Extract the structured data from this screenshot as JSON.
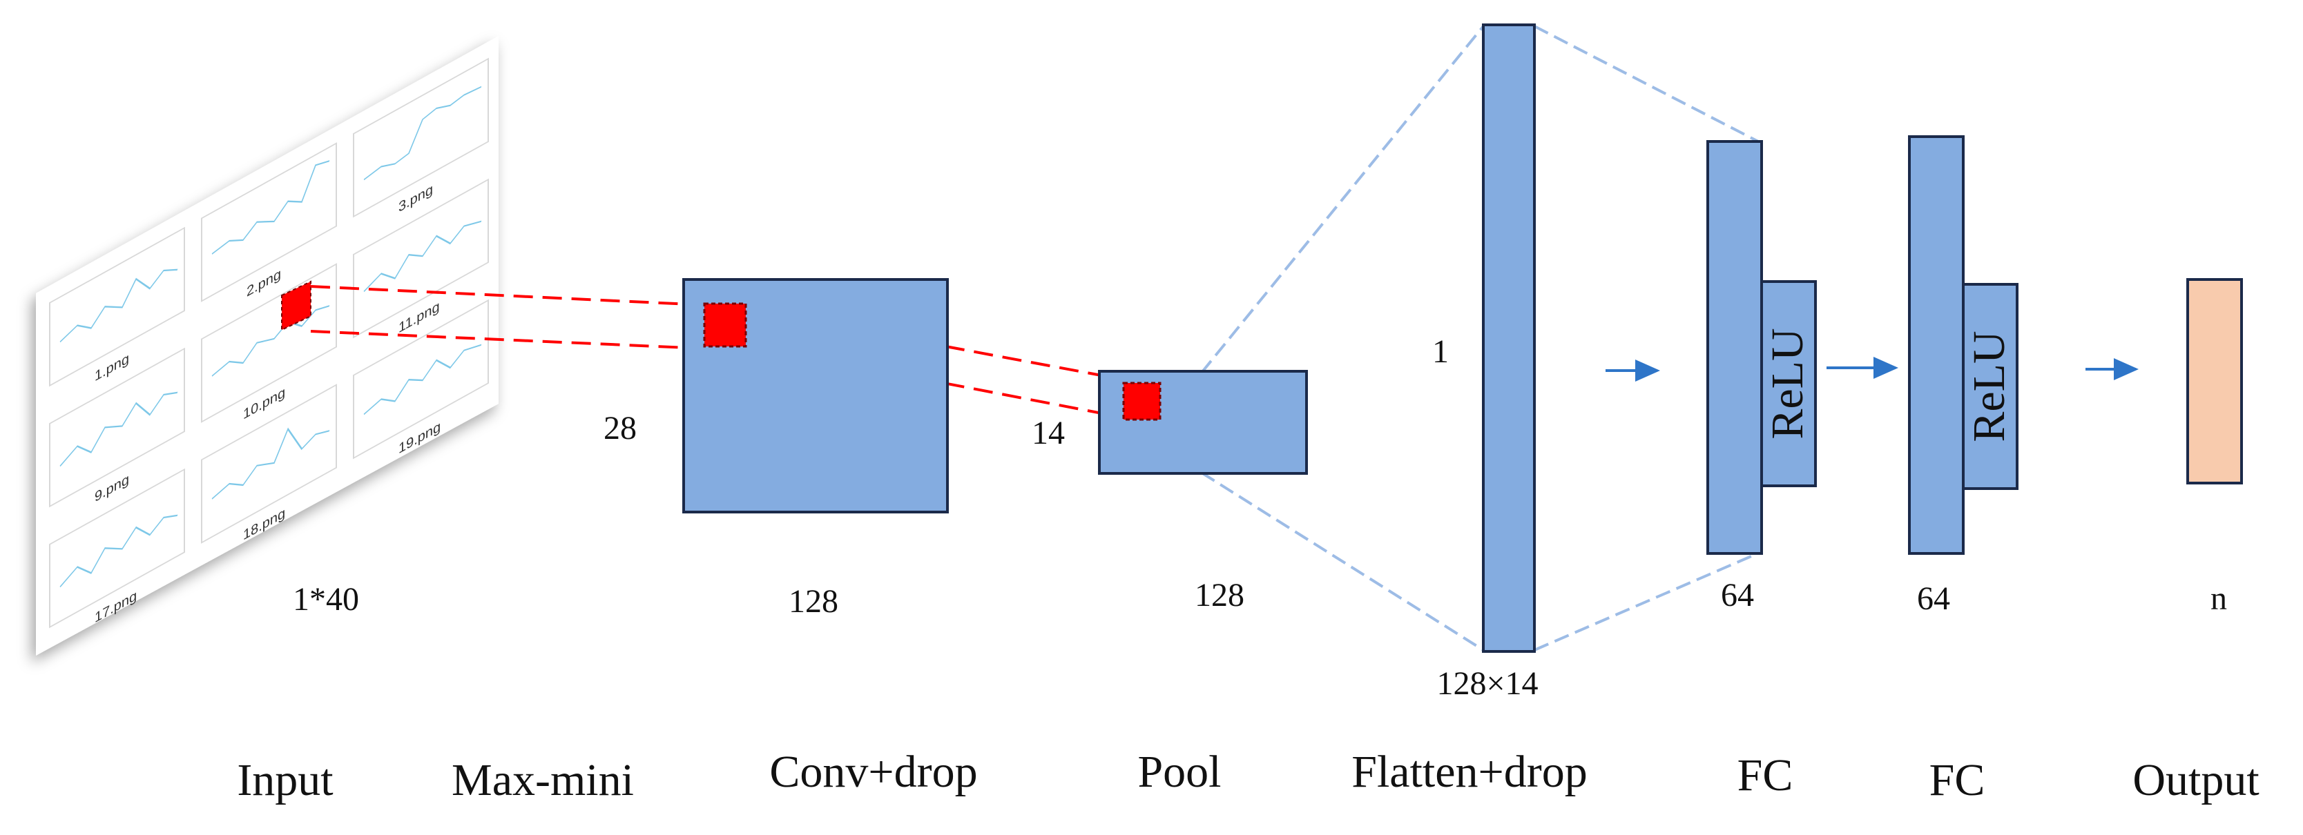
{
  "input_panel": {
    "thumbnails": [
      {
        "label": "1.png"
      },
      {
        "label": "2.png"
      },
      {
        "label": "3.png"
      },
      {
        "label": "9.png"
      },
      {
        "label": "10.png"
      },
      {
        "label": "11.png"
      },
      {
        "label": "17.png"
      },
      {
        "label": "18.png"
      },
      {
        "label": "19.png"
      }
    ]
  },
  "dims": {
    "input": "1*40",
    "conv_height": "28",
    "conv_depth": "128",
    "pool_height": "14",
    "pool_depth": "128",
    "flatten_width": "1",
    "flatten_size": "128×14",
    "fc1_units": "64",
    "fc2_units": "64",
    "output_units": "n"
  },
  "activations": {
    "fc1": "ReLU",
    "fc2": "ReLU"
  },
  "stages": {
    "input": "Input",
    "maxmini": "Max-mini",
    "conv": "Conv+drop",
    "pool": "Pool",
    "flatten": "Flatten+drop",
    "fc1": "FC",
    "fc2": "FC",
    "output": "Output"
  },
  "colors": {
    "layer_fill": "#84ACE0",
    "layer_stroke": "#1B2A4A",
    "output_fill": "#F8CBAD",
    "kernel": "#FF0000",
    "arrow": "#2E75C8",
    "connector": "#9DBCE6"
  }
}
